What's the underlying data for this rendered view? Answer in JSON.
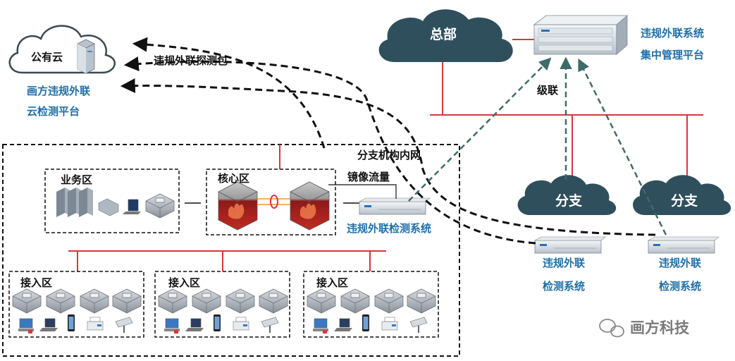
{
  "labels": {
    "public_cloud": "公有云",
    "cloud_platform_line1": "画方违规外联",
    "cloud_platform_line2": "云检测平台",
    "probe_packet": "违规外联探测包",
    "hq": "总部",
    "mgmt_line1": "违规外联系统",
    "mgmt_line2": "集中管理平台",
    "cascade": "级联",
    "branch_network": "分支机构内网",
    "mirror_traffic": "镜像流量",
    "business_zone": "业务区",
    "core_zone": "核心区",
    "detection_system": "违规外联检测系统",
    "branch1": "分支",
    "branch2": "分支",
    "branch_det1_line1": "违规外联",
    "branch_det1_line2": "检测系统",
    "branch_det2_line1": "违规外联",
    "branch_det2_line2": "检测系统",
    "access_zone_1": "接入区",
    "access_zone_2": "接入区",
    "access_zone_3": "接入区",
    "watermark": "画方科技"
  },
  "colors": {
    "cloud_dark": "#2f4f5c",
    "link_red": "#d9363e",
    "label_blue": "#1f6fa8",
    "cascade_teal": "#3f6b6a",
    "probe_black": "#111111"
  },
  "icons": [
    "cloud-icon",
    "server-icon",
    "rack-server-icon",
    "switch-icon",
    "firewall-icon",
    "pc-icon",
    "laptop-icon",
    "tablet-icon",
    "printer-icon",
    "camera-icon",
    "wechat-icon"
  ]
}
